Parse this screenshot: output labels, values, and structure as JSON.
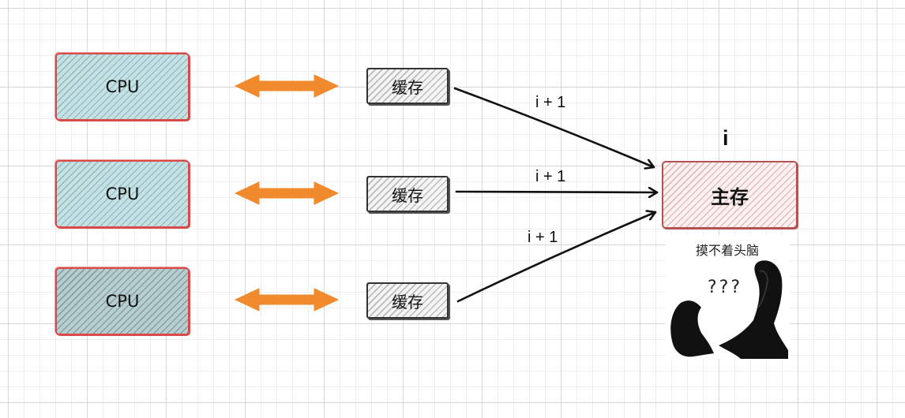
{
  "cpus": [
    {
      "label": "CPU"
    },
    {
      "label": "CPU"
    },
    {
      "label": "CPU"
    }
  ],
  "caches": [
    {
      "label": "缓存"
    },
    {
      "label": "缓存"
    },
    {
      "label": "缓存"
    }
  ],
  "main_memory": {
    "label": "主存",
    "value_label": "i"
  },
  "write_labels": [
    "i + 1",
    "i + 1",
    "i + 1"
  ],
  "meme": {
    "caption": "摸不着头脑",
    "text": "???"
  },
  "colors": {
    "cpu_fill": "#bfe3e6",
    "cpu_border": "#d94a48",
    "arrow_orange": "#f08a2c",
    "memory_border": "#b35250"
  }
}
